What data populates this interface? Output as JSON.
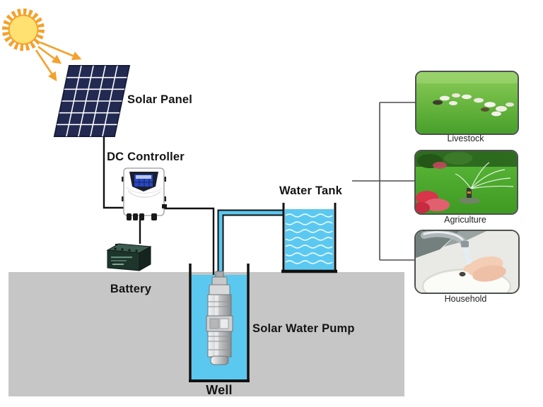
{
  "diagram": {
    "type": "solar-water-pump-system-schematic",
    "components": {
      "solar_panel": {
        "label": "Solar Panel"
      },
      "dc_controller": {
        "label": "DC Controller"
      },
      "battery": {
        "label": "Battery"
      },
      "water_tank": {
        "label": "Water Tank"
      },
      "well": {
        "label": "Well"
      },
      "solar_water_pump": {
        "label": "Solar Water Pump"
      }
    },
    "applications": [
      {
        "label": "Livestock",
        "photo": "sheep-grazing-in-green-field"
      },
      {
        "label": "Agriculture",
        "photo": "sprinkler-watering-garden"
      },
      {
        "label": "Household",
        "photo": "hands-washing-under-faucet"
      }
    ],
    "colors": {
      "water": "#5bc8f0",
      "ground": "#c5c6c5",
      "panel_cells": "#232a52",
      "sun_core": "#ffe171",
      "sun_rays_and_arrows": "#f5a12b",
      "wire": "#111111",
      "branch_line": "#4d4d4d",
      "battery_body": "#1e352c"
    }
  }
}
